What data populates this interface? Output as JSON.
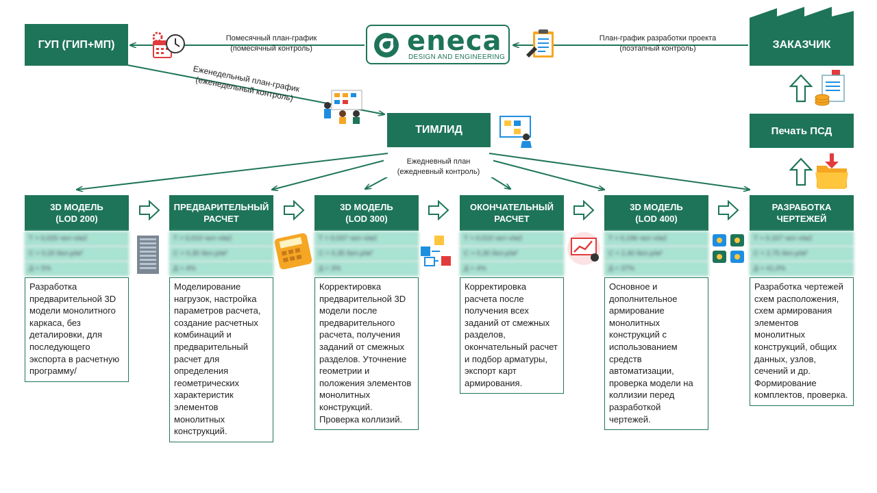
{
  "top": {
    "gup": "ГУП (ГИП+МП)",
    "customer": "ЗАКАЗЧИК",
    "teamlead": "ТИМЛИД",
    "print_psd": "Печать ПСД"
  },
  "logo": {
    "word": "eneca",
    "tagline": "DESIGN AND ENGINEERING"
  },
  "labels": {
    "monthly_1": "Помесячный план-график",
    "monthly_2": "(помесячный контроль)",
    "project_1": "План-график разработки проекта",
    "project_2": "(поэтапный контроль)",
    "weekly_1": "Еженедельный план-график",
    "weekly_2": "(еженедельный контроль)",
    "daily_1": "Ежедневный план",
    "daily_2": "(ежедневный контроль)"
  },
  "stages": [
    {
      "title": "3D МОДЕЛЬ\n(LOD 200)",
      "metrics": [
        "Т = 0,025 чел·ч/м2",
        "С = 0,20 бел.р/м²",
        "Д = 5%"
      ],
      "description": "Разработка предварительной 3D модели монолитного каркаса, без деталировки, для последующего экспорта в расчетную программу/"
    },
    {
      "title": "ПРЕДВАРИТЕЛЬНЫЙ\nРАСЧЕТ",
      "metrics": [
        "Т = 0,010 чел·ч/м2",
        "С = 0,30 бел.р/м²",
        "Д = 4%"
      ],
      "description": "Моделирование нагрузок, настройка параметров расчета, создание расчетных комбинаций и предварительный расчет для определения геометрических характеристик элементов монолитных конструкций."
    },
    {
      "title": "3D МОДЕЛЬ\n(LOD 300)",
      "metrics": [
        "Т = 0,037 чел·ч/м2",
        "С = 0,35 бел.р/м²",
        "Д = 3%"
      ],
      "description": "Корректировка предварительной 3D модели после предварительного расчета, получения заданий от смежных разделов. Уточнение геометрии и положения элементов монолитных конструкций. Проверка коллизий."
    },
    {
      "title": "ОКОНЧАТЕЛЬНЫЙ\nРАСЧЕТ",
      "metrics": [
        "Т = 0,010 чел·ч/м2",
        "С = 0,30 бел.р/м²",
        "Д = 4%"
      ],
      "description": "Корректировка расчета после получения всех заданий от смежных разделов, окончательный расчет и подбор арматуры, экспорт карт армирования."
    },
    {
      "title": "3D МОДЕЛЬ\n(LOD 400)",
      "metrics": [
        "Т = 0,196 чел·ч/м2",
        "С = 2,40 бел.р/м²",
        "Д = 37%"
      ],
      "description": "Основное и дополнительное армирование монолитных конструкций с использованием средств автоматизации, проверка модели на коллизии перед разработкой чертежей."
    },
    {
      "title": "РАЗРАБОТКА\nЧЕРТЕЖЕЙ",
      "metrics": [
        "Т = 0,167 чел·ч/м2",
        "С = 2,75 бел.р/м²",
        "Д = 41,0%"
      ],
      "description": "Разработка чертежей схем расположения, схем армирования элементов монолитных конструкций, общих данных, узлов, сечений и др. Формирование комплектов, проверка."
    }
  ],
  "colors": {
    "primary": "#1e7459",
    "metric_bg": "#a9e3d2",
    "accent_orange": "#f5a623"
  },
  "icons": [
    "calendar-clock-icon",
    "clipboard-icon",
    "factory-icon",
    "money-doc-icon",
    "folder-download-icon",
    "team-meeting-icon",
    "presenter-icon",
    "building-icon",
    "calculator-icon",
    "task-list-icon",
    "analytics-icon",
    "automation-icon"
  ]
}
